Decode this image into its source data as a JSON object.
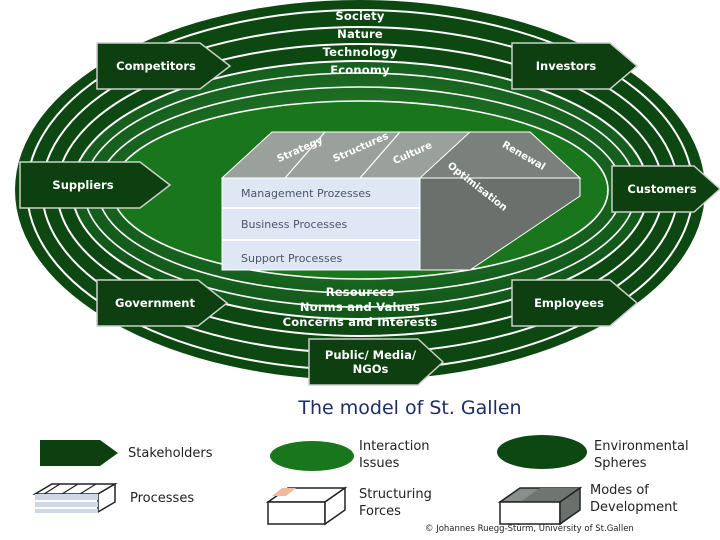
{
  "rings": {
    "outer": [
      "Society",
      "Nature",
      "Technology",
      "Economy"
    ],
    "inner": [
      "Resources",
      "Norms and Values",
      "Concerns and Interests"
    ]
  },
  "stakeholders": {
    "competitors": "Competitors",
    "investors": "Investors",
    "suppliers": "Suppliers",
    "customers": "Customers",
    "government": "Government",
    "employees": "Employees",
    "public": "Public/ Media/ NGOs"
  },
  "processes": {
    "management": "Management Prozesses",
    "business": "Business Processes",
    "support": "Support Processes"
  },
  "structuring_forces": {
    "strategy": "Strategy",
    "structures": "Structures",
    "culture": "Culture"
  },
  "modes_of_development": {
    "renewal": "Renewal",
    "optimisation": "Optimisation"
  },
  "caption": "The model of St. Gallen",
  "legend": {
    "stakeholders": "Stakeholders",
    "interaction": "Interaction Issues",
    "environmental": "Environmental Spheres",
    "processes": "Processes",
    "structuring": "Structuring Forces",
    "modes": "Modes of Development"
  },
  "copyright": "© Johannes Ruegg-Stürm, University of St.Gallen",
  "colors": {
    "dark_green": "#0f4a12",
    "mid_green": "#1a6e1c",
    "bright_green": "#1f7f22",
    "ring_line": "#ffffff",
    "process_panel": "#dde6f5",
    "top_face": "#8a8f8c",
    "side_face": "#6f7571",
    "caption": "#1c2e64"
  }
}
